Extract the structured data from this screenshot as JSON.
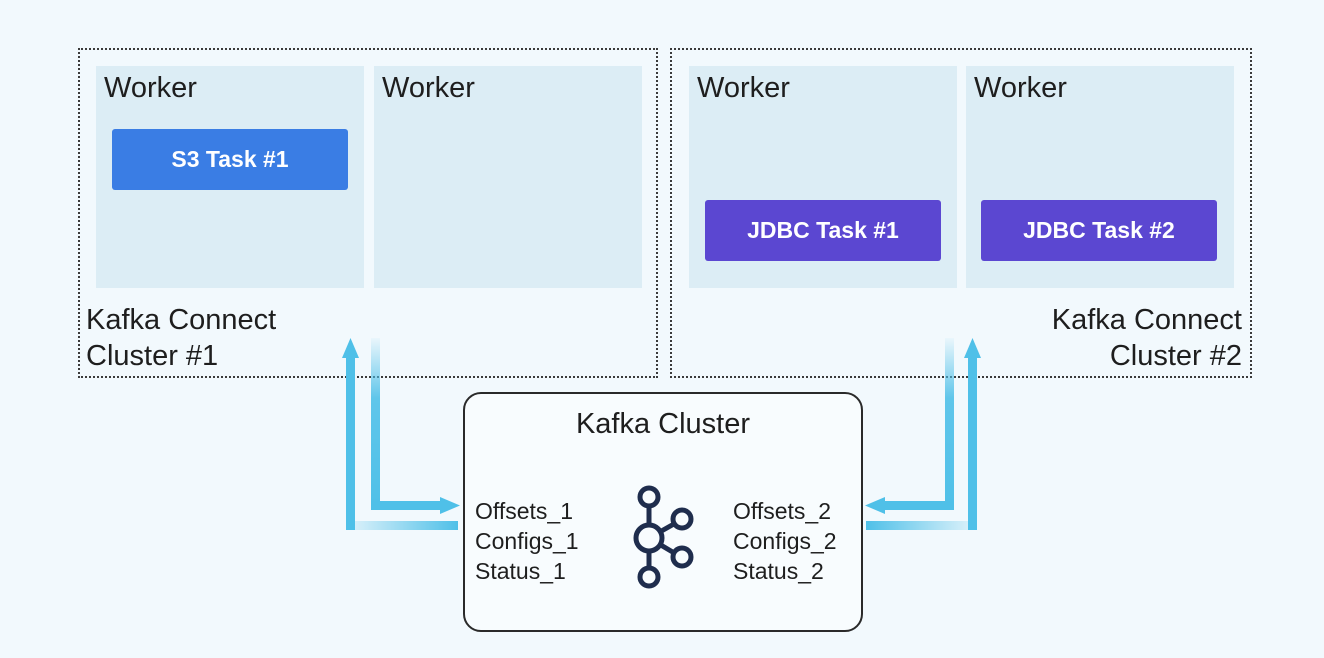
{
  "cluster_1": {
    "workers": [
      {
        "label": "Worker",
        "task": "S3 Task #1"
      },
      {
        "label": "Worker",
        "task": ""
      }
    ],
    "title_line1": "Kafka Connect",
    "title_line2": "Cluster #1"
  },
  "cluster_2": {
    "workers": [
      {
        "label": "Worker",
        "task": "JDBC Task #1"
      },
      {
        "label": "Worker",
        "task": "JDBC Task #2"
      }
    ],
    "title_line1": "Kafka Connect",
    "title_line2": "Cluster #2"
  },
  "kafka_cluster": {
    "title": "Kafka Cluster",
    "topics_1": [
      "Offsets_1",
      "Configs_1",
      "Status_1"
    ],
    "topics_2": [
      "Offsets_2",
      "Configs_2",
      "Status_2"
    ],
    "logo_icon": "kafka-logo-icon"
  },
  "colors": {
    "s3_task": "#3a7de4",
    "jdbc_task": "#5b47d1",
    "worker_bg": "#dcedf5",
    "arrow": "#4fc0e8",
    "logo": "#1f2d4d"
  }
}
